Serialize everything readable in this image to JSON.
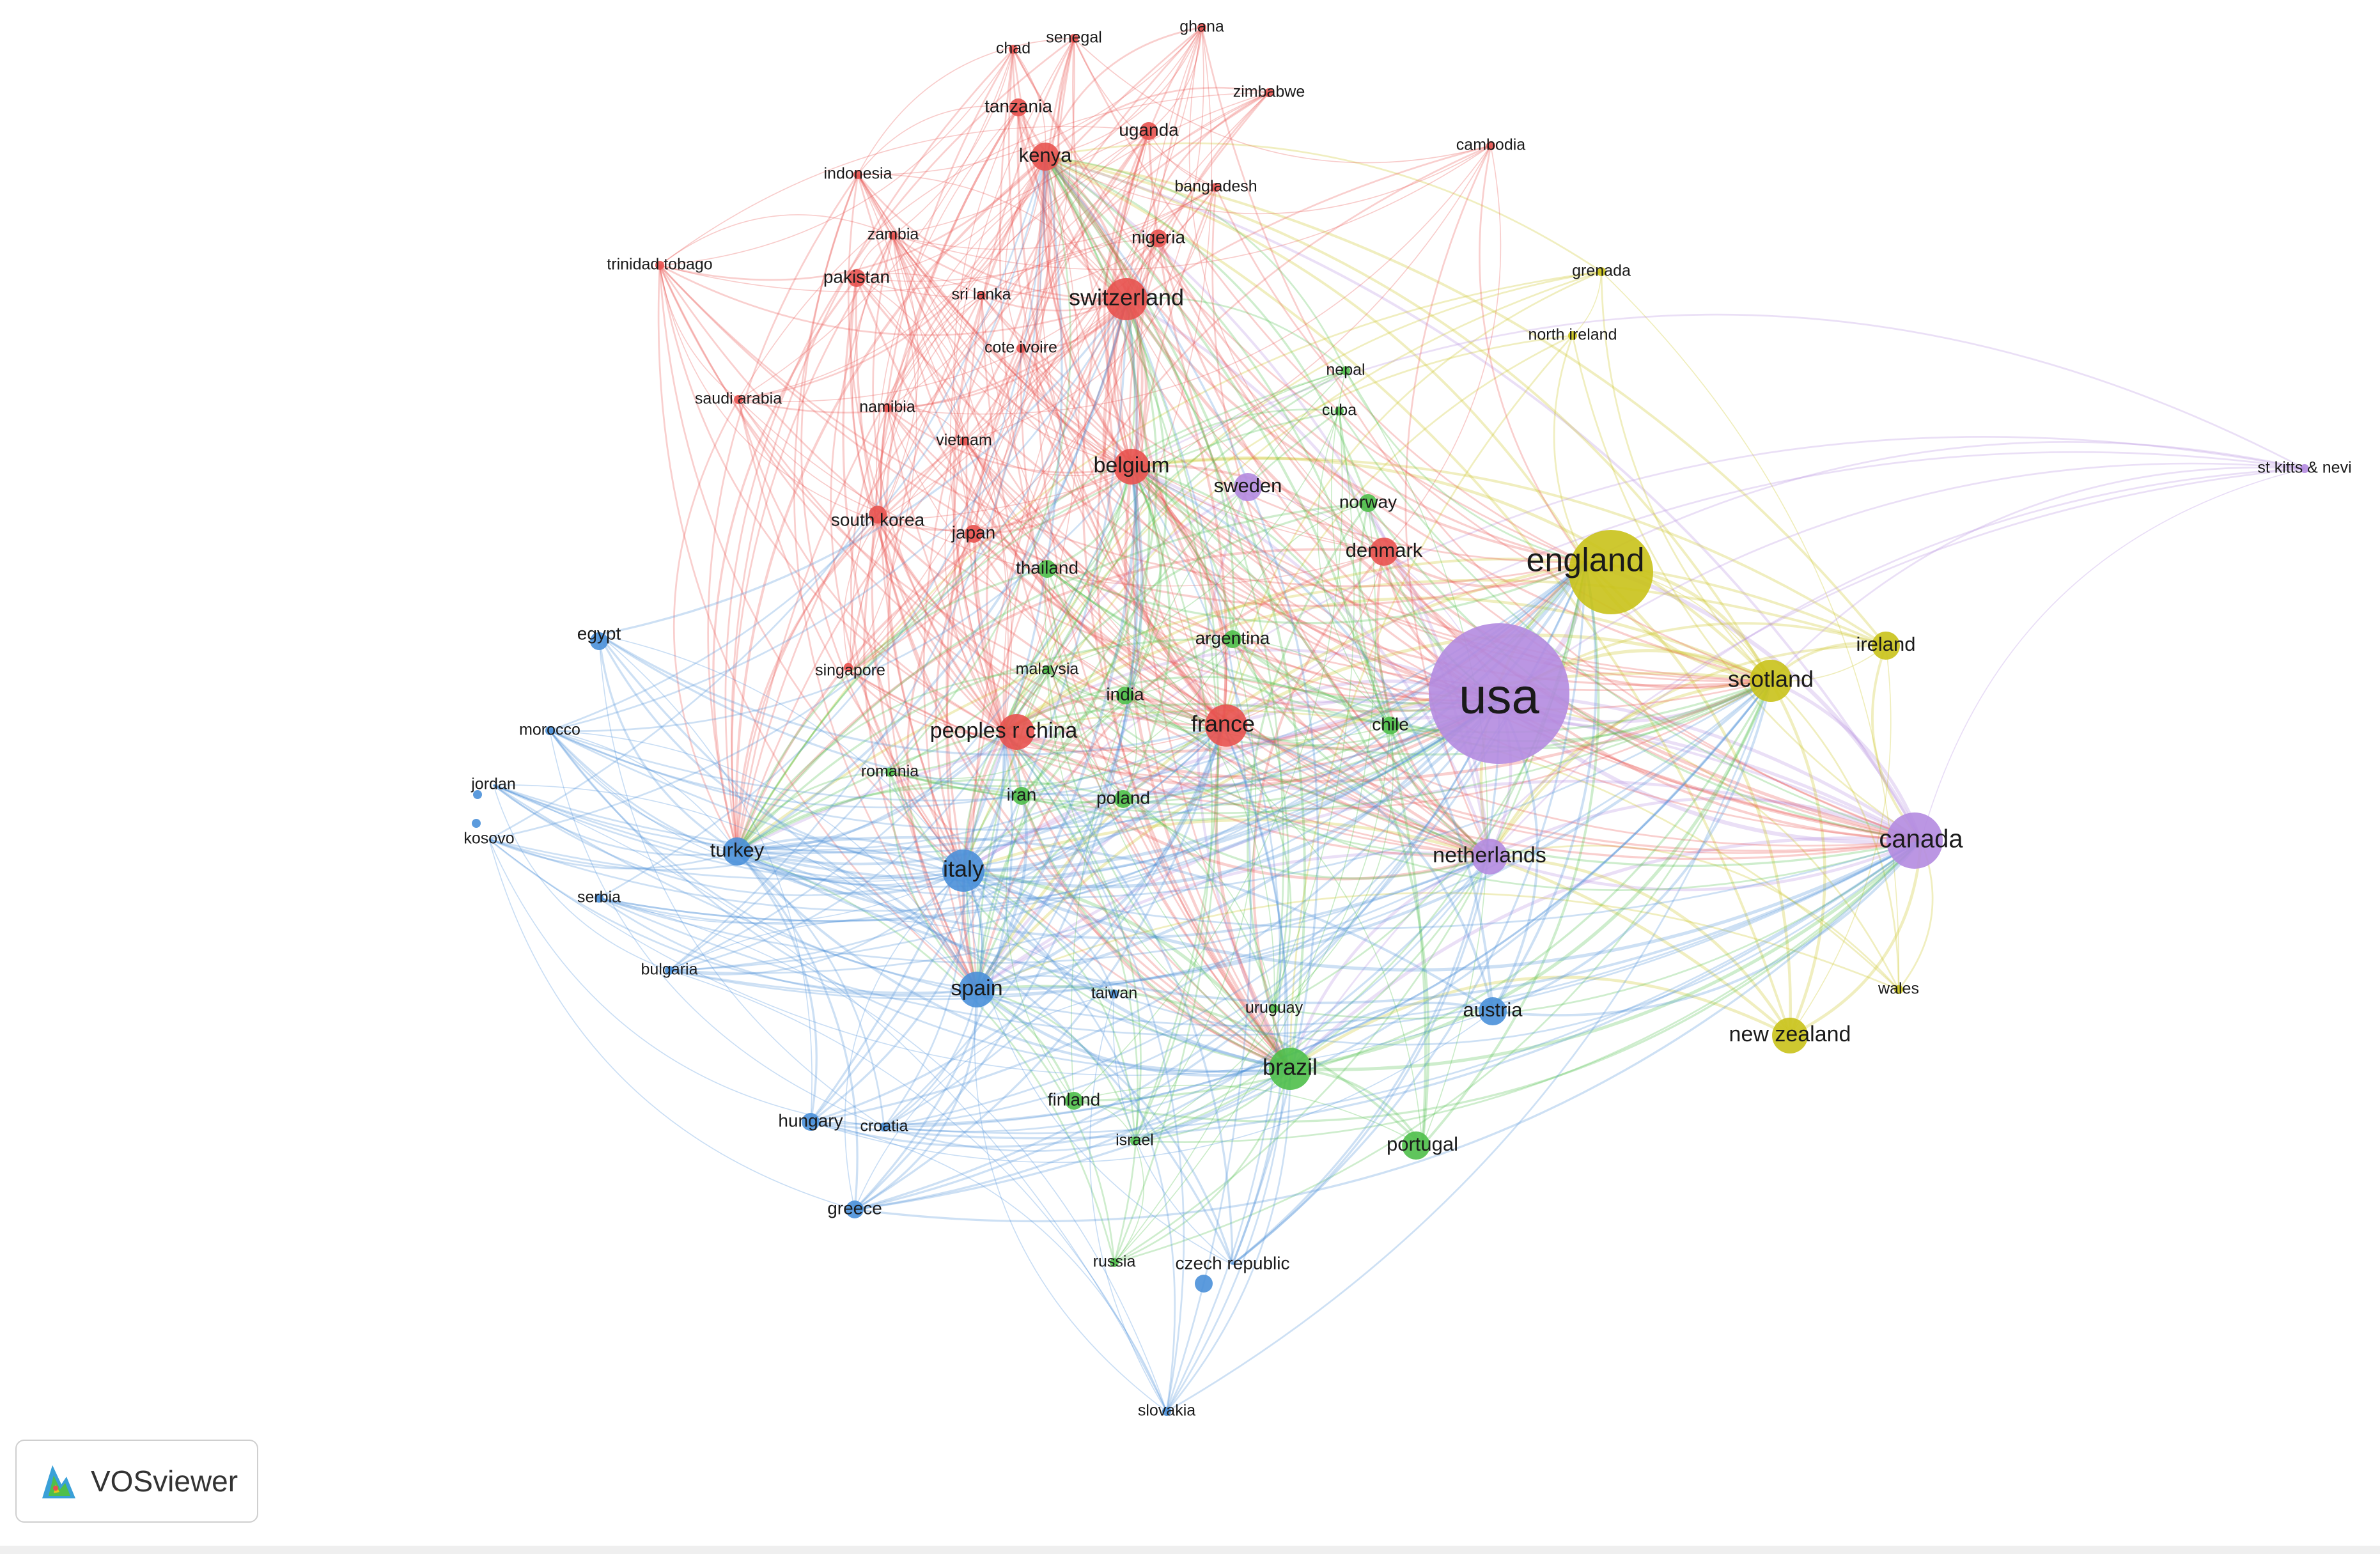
{
  "app": {
    "name": "VOSviewer",
    "logo_icon": "vosviewer-logo-icon"
  },
  "clusters": {
    "red": "#e8524f",
    "green": "#4fbf4a",
    "blue": "#4a90d9",
    "yellow": "#c9c21a",
    "purple": "#b48be0"
  },
  "nodes": [
    {
      "label": "usa",
      "cluster": "purple",
      "weight": 10
    },
    {
      "label": "england",
      "cluster": "yellow",
      "weight": 6
    },
    {
      "label": "canada",
      "cluster": "purple",
      "weight": 4
    },
    {
      "label": "scotland",
      "cluster": "yellow",
      "weight": 3
    },
    {
      "label": "ireland",
      "cluster": "yellow",
      "weight": 2
    },
    {
      "label": "new zealand",
      "cluster": "yellow",
      "weight": 2.5
    },
    {
      "label": "wales",
      "cluster": "yellow",
      "weight": 1
    },
    {
      "label": "grenada",
      "cluster": "yellow",
      "weight": 1
    },
    {
      "label": "north ireland",
      "cluster": "yellow",
      "weight": 1
    },
    {
      "label": "st kitts & nevi",
      "cluster": "purple",
      "weight": 1
    },
    {
      "label": "netherlands",
      "cluster": "purple",
      "weight": 2.5
    },
    {
      "label": "sweden",
      "cluster": "purple",
      "weight": 2
    },
    {
      "label": "switzerland",
      "cluster": "red",
      "weight": 3
    },
    {
      "label": "belgium",
      "cluster": "red",
      "weight": 2.5
    },
    {
      "label": "france",
      "cluster": "red",
      "weight": 3
    },
    {
      "label": "peoples r china",
      "cluster": "red",
      "weight": 2.5
    },
    {
      "label": "kenya",
      "cluster": "red",
      "weight": 2
    },
    {
      "label": "tanzania",
      "cluster": "red",
      "weight": 1.5
    },
    {
      "label": "uganda",
      "cluster": "red",
      "weight": 1.5
    },
    {
      "label": "nigeria",
      "cluster": "red",
      "weight": 1.5
    },
    {
      "label": "bangladesh",
      "cluster": "red",
      "weight": 1
    },
    {
      "label": "zimbabwe",
      "cluster": "red",
      "weight": 1
    },
    {
      "label": "ghana",
      "cluster": "red",
      "weight": 1
    },
    {
      "label": "senegal",
      "cluster": "red",
      "weight": 1
    },
    {
      "label": "chad",
      "cluster": "red",
      "weight": 1
    },
    {
      "label": "cambodia",
      "cluster": "red",
      "weight": 1
    },
    {
      "label": "indonesia",
      "cluster": "red",
      "weight": 1
    },
    {
      "label": "zambia",
      "cluster": "red",
      "weight": 1
    },
    {
      "label": "pakistan",
      "cluster": "red",
      "weight": 1.5
    },
    {
      "label": "sri lanka",
      "cluster": "red",
      "weight": 1
    },
    {
      "label": "trinidad tobago",
      "cluster": "red",
      "weight": 1
    },
    {
      "label": "cote ivoire",
      "cluster": "red",
      "weight": 1
    },
    {
      "label": "saudi arabia",
      "cluster": "red",
      "weight": 1
    },
    {
      "label": "namibia",
      "cluster": "red",
      "weight": 1
    },
    {
      "label": "vietnam",
      "cluster": "red",
      "weight": 1
    },
    {
      "label": "south korea",
      "cluster": "red",
      "weight": 1.5
    },
    {
      "label": "japan",
      "cluster": "red",
      "weight": 1.5
    },
    {
      "label": "singapore",
      "cluster": "red",
      "weight": 1
    },
    {
      "label": "denmark",
      "cluster": "red",
      "weight": 2
    },
    {
      "label": "nepal",
      "cluster": "green",
      "weight": 1
    },
    {
      "label": "cuba",
      "cluster": "green",
      "weight": 1
    },
    {
      "label": "norway",
      "cluster": "green",
      "weight": 1.5
    },
    {
      "label": "thailand",
      "cluster": "green",
      "weight": 1.5
    },
    {
      "label": "argentina",
      "cluster": "green",
      "weight": 1.5
    },
    {
      "label": "malaysia",
      "cluster": "green",
      "weight": 1
    },
    {
      "label": "india",
      "cluster": "green",
      "weight": 1.5
    },
    {
      "label": "chile",
      "cluster": "green",
      "weight": 1.5
    },
    {
      "label": "romania",
      "cluster": "green",
      "weight": 1
    },
    {
      "label": "iran",
      "cluster": "green",
      "weight": 1.5
    },
    {
      "label": "poland",
      "cluster": "green",
      "weight": 1.5
    },
    {
      "label": "brazil",
      "cluster": "green",
      "weight": 3
    },
    {
      "label": "uruguay",
      "cluster": "green",
      "weight": 1
    },
    {
      "label": "finland",
      "cluster": "green",
      "weight": 1.5
    },
    {
      "label": "israel",
      "cluster": "green",
      "weight": 1
    },
    {
      "label": "portugal",
      "cluster": "green",
      "weight": 2
    },
    {
      "label": "russia",
      "cluster": "green",
      "weight": 1
    },
    {
      "label": "egypt",
      "cluster": "blue",
      "weight": 1.5
    },
    {
      "label": "morocco",
      "cluster": "blue",
      "weight": 1
    },
    {
      "label": "jordan",
      "cluster": "blue",
      "weight": 1
    },
    {
      "label": "kosovo",
      "cluster": "blue",
      "weight": 1
    },
    {
      "label": "turkey",
      "cluster": "blue",
      "weight": 2
    },
    {
      "label": "serbia",
      "cluster": "blue",
      "weight": 1
    },
    {
      "label": "bulgaria",
      "cluster": "blue",
      "weight": 1
    },
    {
      "label": "italy",
      "cluster": "blue",
      "weight": 3
    },
    {
      "label": "spain",
      "cluster": "blue",
      "weight": 2.5
    },
    {
      "label": "taiwan",
      "cluster": "blue",
      "weight": 1
    },
    {
      "label": "austria",
      "cluster": "blue",
      "weight": 2
    },
    {
      "label": "hungary",
      "cluster": "blue",
      "weight": 1.5
    },
    {
      "label": "croatia",
      "cluster": "blue",
      "weight": 1
    },
    {
      "label": "greece",
      "cluster": "blue",
      "weight": 1.5
    },
    {
      "label": "czech republic",
      "cluster": "blue",
      "weight": 1.5
    },
    {
      "label": "slovakia",
      "cluster": "blue",
      "weight": 1
    }
  ]
}
